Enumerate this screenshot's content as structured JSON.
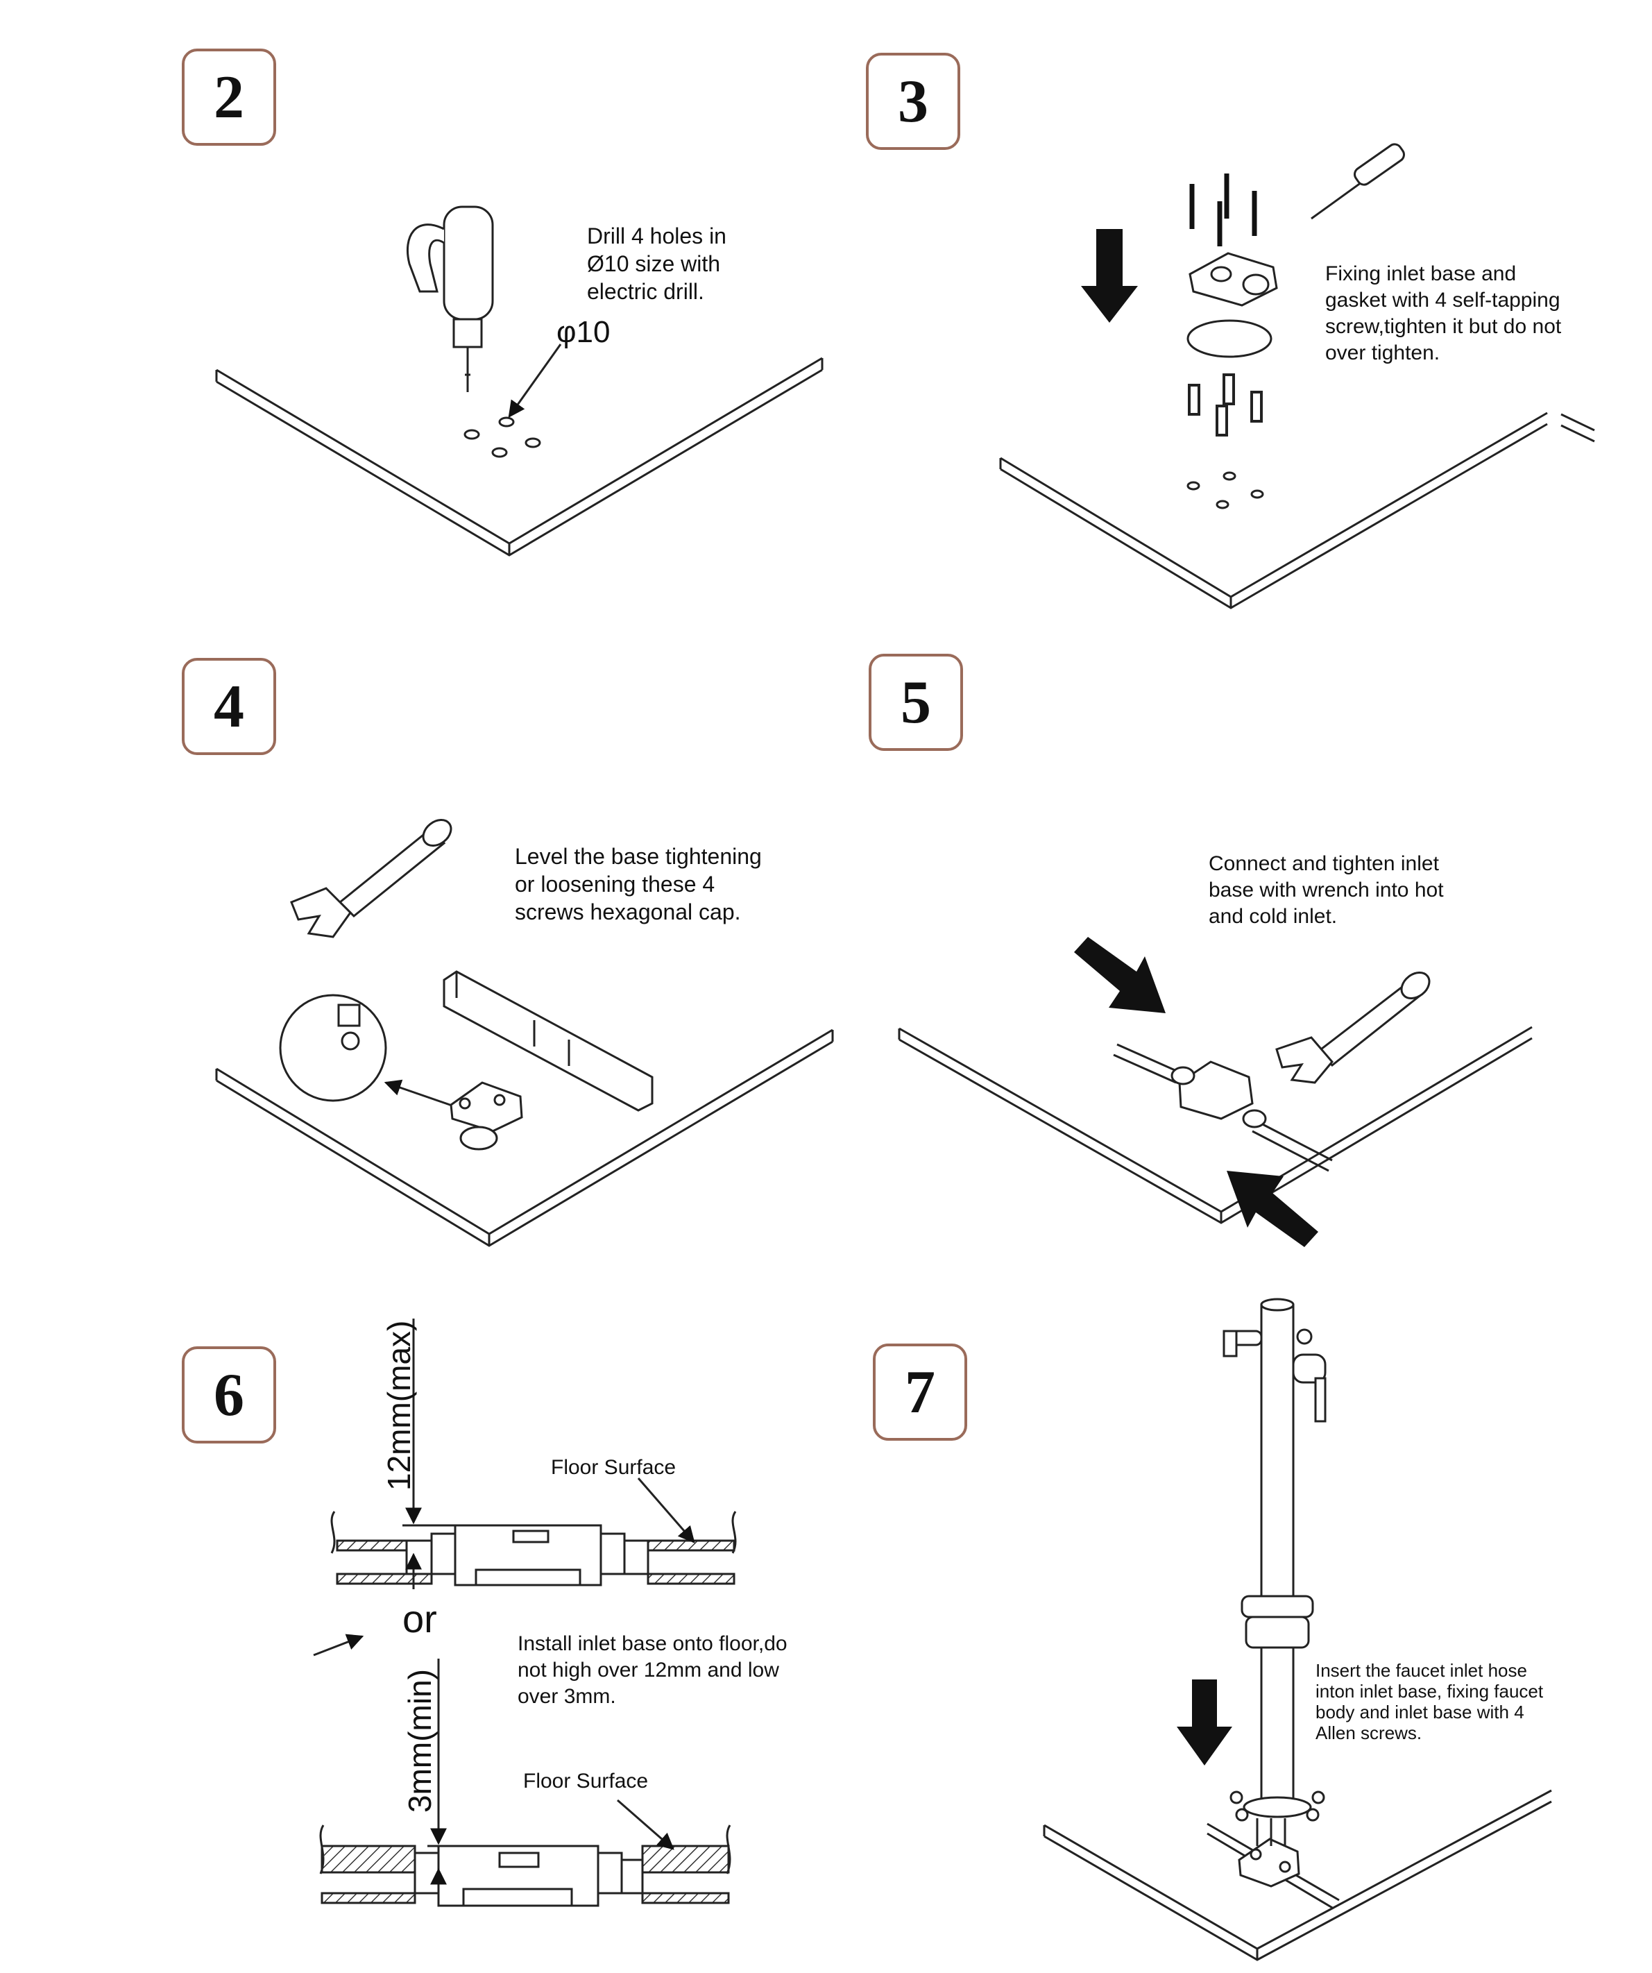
{
  "steps": [
    {
      "number": "2",
      "text": "Drill 4 holes in\nØ10 size with\nelectric drill.",
      "callout": "φ10"
    },
    {
      "number": "3",
      "text": "Fixing inlet base and\ngasket with 4 self-tapping\nscrew,tighten it but do not\nover tighten."
    },
    {
      "number": "4",
      "text": "Level the base tightening\nor loosening these 4\nscrews hexagonal cap."
    },
    {
      "number": "5",
      "text": "Connect and tighten inlet\nbase with wrench into  hot\nand cold inlet."
    },
    {
      "number": "6",
      "text": "Install inlet base onto floor,do\nnot high over 12mm and low\nover 3mm.",
      "max_label": "12mm(max)",
      "min_label": "3mm(min)",
      "floor_label_1": "Floor Surface",
      "floor_label_2": "Floor Surface",
      "or_label": "or"
    },
    {
      "number": "7",
      "text": "Insert the faucet inlet hose\ninton inlet base, fixing faucet\nbody and inlet base with 4\nAllen screws."
    }
  ],
  "colors": {
    "box_border": "#9a6b5a",
    "line": "#222222",
    "text": "#111111"
  }
}
